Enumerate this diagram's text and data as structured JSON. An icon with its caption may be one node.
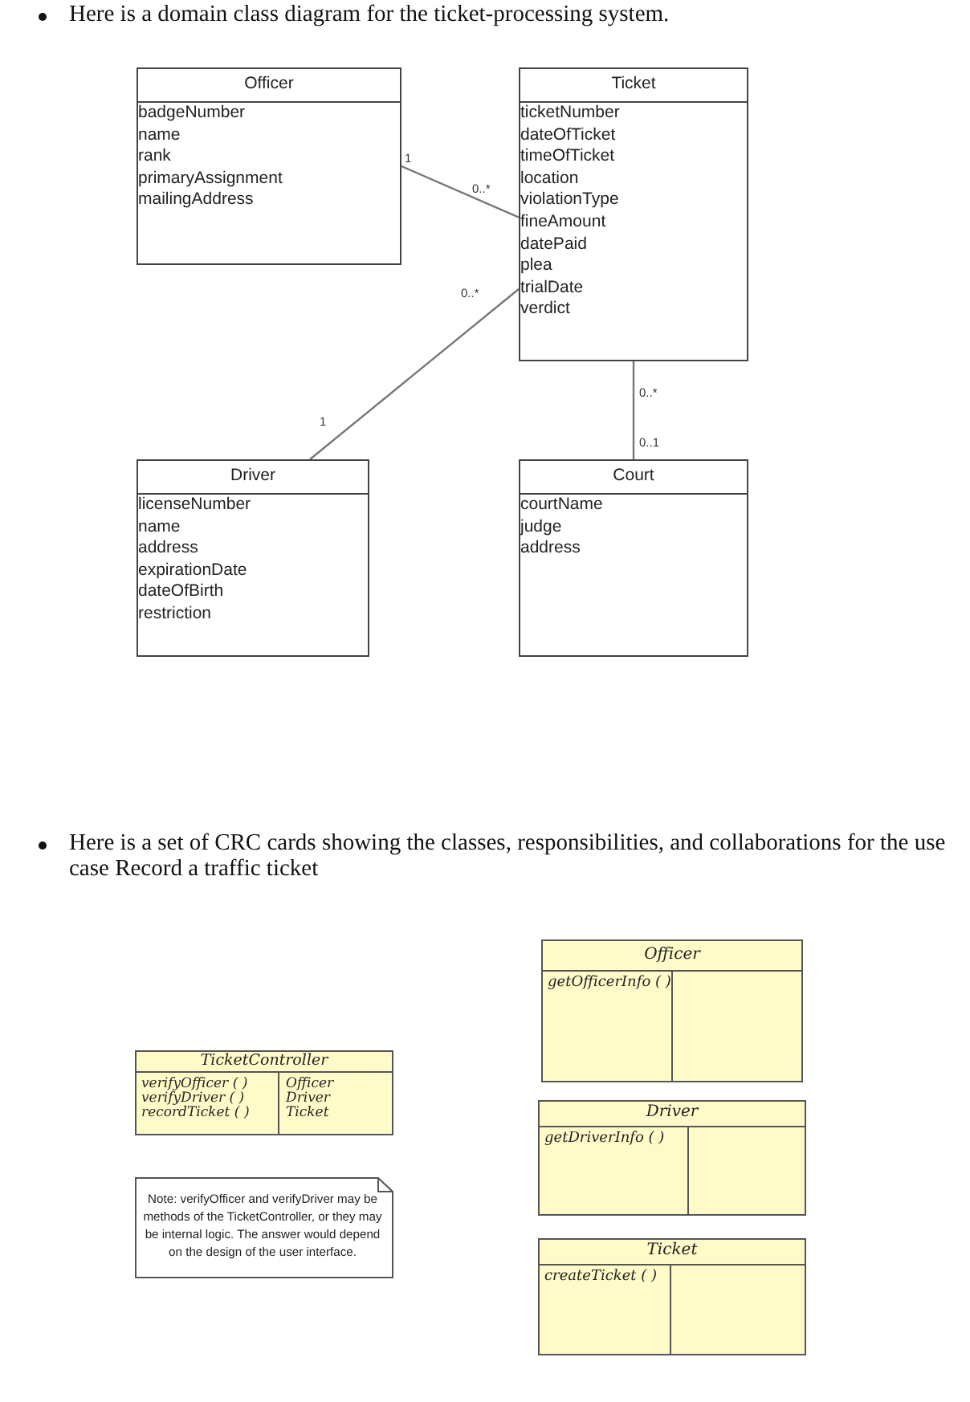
{
  "diagram": {
    "nodes": [
      {
        "text": [
          "Officer",
          "badgeNumber",
          "name",
          "rank",
          "primaryAssignment",
          "mailingAddress"
        ]
      },
      {
        "text": [
          "Ticket",
          "ticketNumber",
          "dateOfTicket",
          "timeOfTicket",
          "location",
          "violationType",
          "fineAmount",
          "datePaid",
          "plea",
          "trialDate",
          "verdict"
        ]
      },
      {
        "text": [
          "Driver",
          "licenseNumber",
          "name",
          "address",
          "expirationDate",
          "dateOfBirth",
          "restriction"
        ]
      },
      {
        "text": [
          "Court",
          "courtName",
          "judge",
          "address"
        ]
      },
      {
        "text": [
          "Officer",
          "getOfficerInfo ( )"
        ]
      },
      {
        "text": [
          "TicketController",
          "verifyOfficer ( )",
          "verifyDriver ( )",
          "recordTicket ( )",
          "Officer",
          "Driver",
          "Ticket"
        ]
      },
      {
        "text": [
          "Driver",
          "getDriverInfo ( )"
        ]
      },
      {
        "text": [
          "Note: verifyOfficer and verifyDriver may be methods of the TicketController, or they may be internal logic.  The answer would depend on the design of the user interface."
        ]
      },
      {
        "text": [
          "Ticket",
          "createTicket ( )"
        ]
      }
    ],
    "edges": [
      {
        "from": 0,
        "to": 1,
        "arrow": "none"
      },
      {
        "from": 2,
        "to": 1,
        "arrow": "none"
      },
      {
        "from": 1,
        "to": 3,
        "arrow": "none"
      }
    ],
    "labels": [
      "Here is a domain class diagram for the ticket-processing system.",
      "1",
      "0..*",
      "0..*",
      "0..*",
      "1",
      "0..1",
      "Here is a set of CRC cards showing the classes, responsibilities, and collaborations for the use case Record a traffic ticket"
    ]
  }
}
